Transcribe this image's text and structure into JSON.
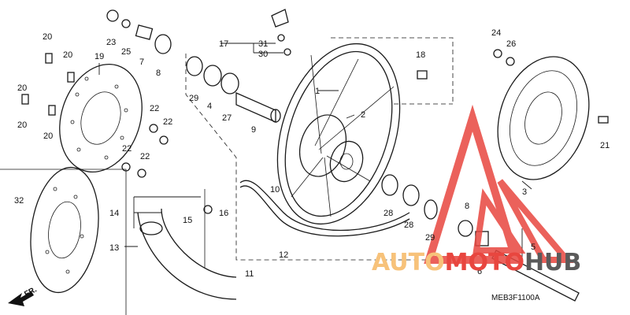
{
  "diagram": {
    "callouts": {
      "c1": "1",
      "c2": "2",
      "c3": "3",
      "c4": "4",
      "c5": "5",
      "c6": "6",
      "c7": "7",
      "c8a": "8",
      "c8b": "8",
      "c9": "9",
      "c10": "10",
      "c11": "11",
      "c12": "12",
      "c13": "13",
      "c14": "14",
      "c15": "15",
      "c16": "16",
      "c17": "17",
      "c18": "18",
      "c19": "19",
      "c20a": "20",
      "c20b": "20",
      "c20c": "20",
      "c20d": "20",
      "c20e": "20",
      "c21": "21",
      "c22a": "22",
      "c22b": "22",
      "c22c": "22",
      "c22d": "22",
      "c23": "23",
      "c24": "24",
      "c25": "25",
      "c26": "26",
      "c27": "27",
      "c28a": "28",
      "c28b": "28",
      "c29a": "29",
      "c29b": "29",
      "c30": "30",
      "c31": "31",
      "c32": "32"
    },
    "direction_label": "FR.",
    "diagram_code": "MEB3F1100A"
  },
  "watermark": {
    "part1": "AUTO",
    "part2": "MOTO",
    "part3": "HUB",
    "color_light": "#f7c27a",
    "color_red": "#e8463f",
    "color_dark": "#5a5a5a"
  }
}
